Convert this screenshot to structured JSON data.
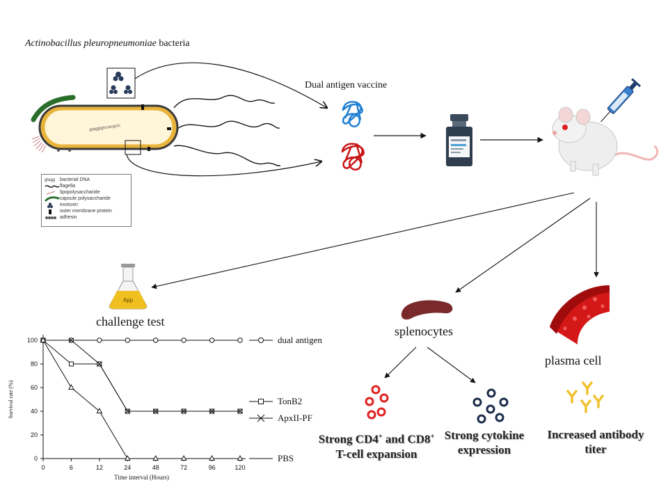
{
  "title": {
    "species": "Actinobacillus pleuropneumoniae",
    "suffix": " bacteria"
  },
  "bacterium": {
    "dna_text": "gtaggtgtccacgctc"
  },
  "legend": {
    "items": [
      {
        "symbol": "gtagg",
        "label": "bacterial DNA"
      },
      {
        "symbol": "",
        "label": "flagella"
      },
      {
        "symbol": "",
        "label": "lipopolysaccharide"
      },
      {
        "symbol": "",
        "label": "capsule polysaccharide"
      },
      {
        "symbol": "",
        "label": "exotoxin"
      },
      {
        "symbol": "",
        "label": "outer membrane protein"
      },
      {
        "symbol": "",
        "label": "adhesin"
      }
    ]
  },
  "labels": {
    "vaccine": "Dual antigen vaccine",
    "challenge": "challenge test",
    "splenocytes": "splenocytes",
    "plasma": "plasma cell",
    "flask": "App"
  },
  "results": {
    "tcell_line1": "Strong CD4",
    "tcell_sup1": "+",
    "tcell_and": " and CD8",
    "tcell_sup2": "+",
    "tcell_line2": "T-cell expansion",
    "cytokine": "Strong cytokine expression",
    "antibody": "Increased antibody titer"
  },
  "colors": {
    "blue_antigen": "#1f7fd1",
    "red_antigen": "#c81414",
    "bacterium_fill": "#e8b43c",
    "capsule": "#2a6e2a",
    "red_cells": "#e02020",
    "navy_cells": "#1a2a4a",
    "antibody": "#f2c12e",
    "flask_liquid": "#f0c020"
  },
  "chart_data": {
    "type": "line",
    "x": [
      0,
      6,
      12,
      24,
      48,
      72,
      96,
      120
    ],
    "xlabel": "Time interval (Hours)",
    "ylabel": "Survival rate (%)",
    "ylim": [
      0,
      100
    ],
    "yticks": [
      0,
      20,
      40,
      60,
      80,
      100
    ],
    "series": [
      {
        "name": "dual antigen",
        "marker": "circle",
        "values": [
          100,
          100,
          100,
          100,
          100,
          100,
          100,
          100
        ]
      },
      {
        "name": "TonB2",
        "marker": "square",
        "values": [
          100,
          80,
          80,
          40,
          40,
          40,
          40,
          40
        ]
      },
      {
        "name": "ApxII-PF",
        "marker": "x",
        "values": [
          100,
          100,
          80,
          40,
          40,
          40,
          40,
          40
        ]
      },
      {
        "name": "PBS",
        "marker": "triangle",
        "values": [
          100,
          60,
          40,
          0,
          0,
          0,
          0,
          0
        ]
      }
    ]
  }
}
